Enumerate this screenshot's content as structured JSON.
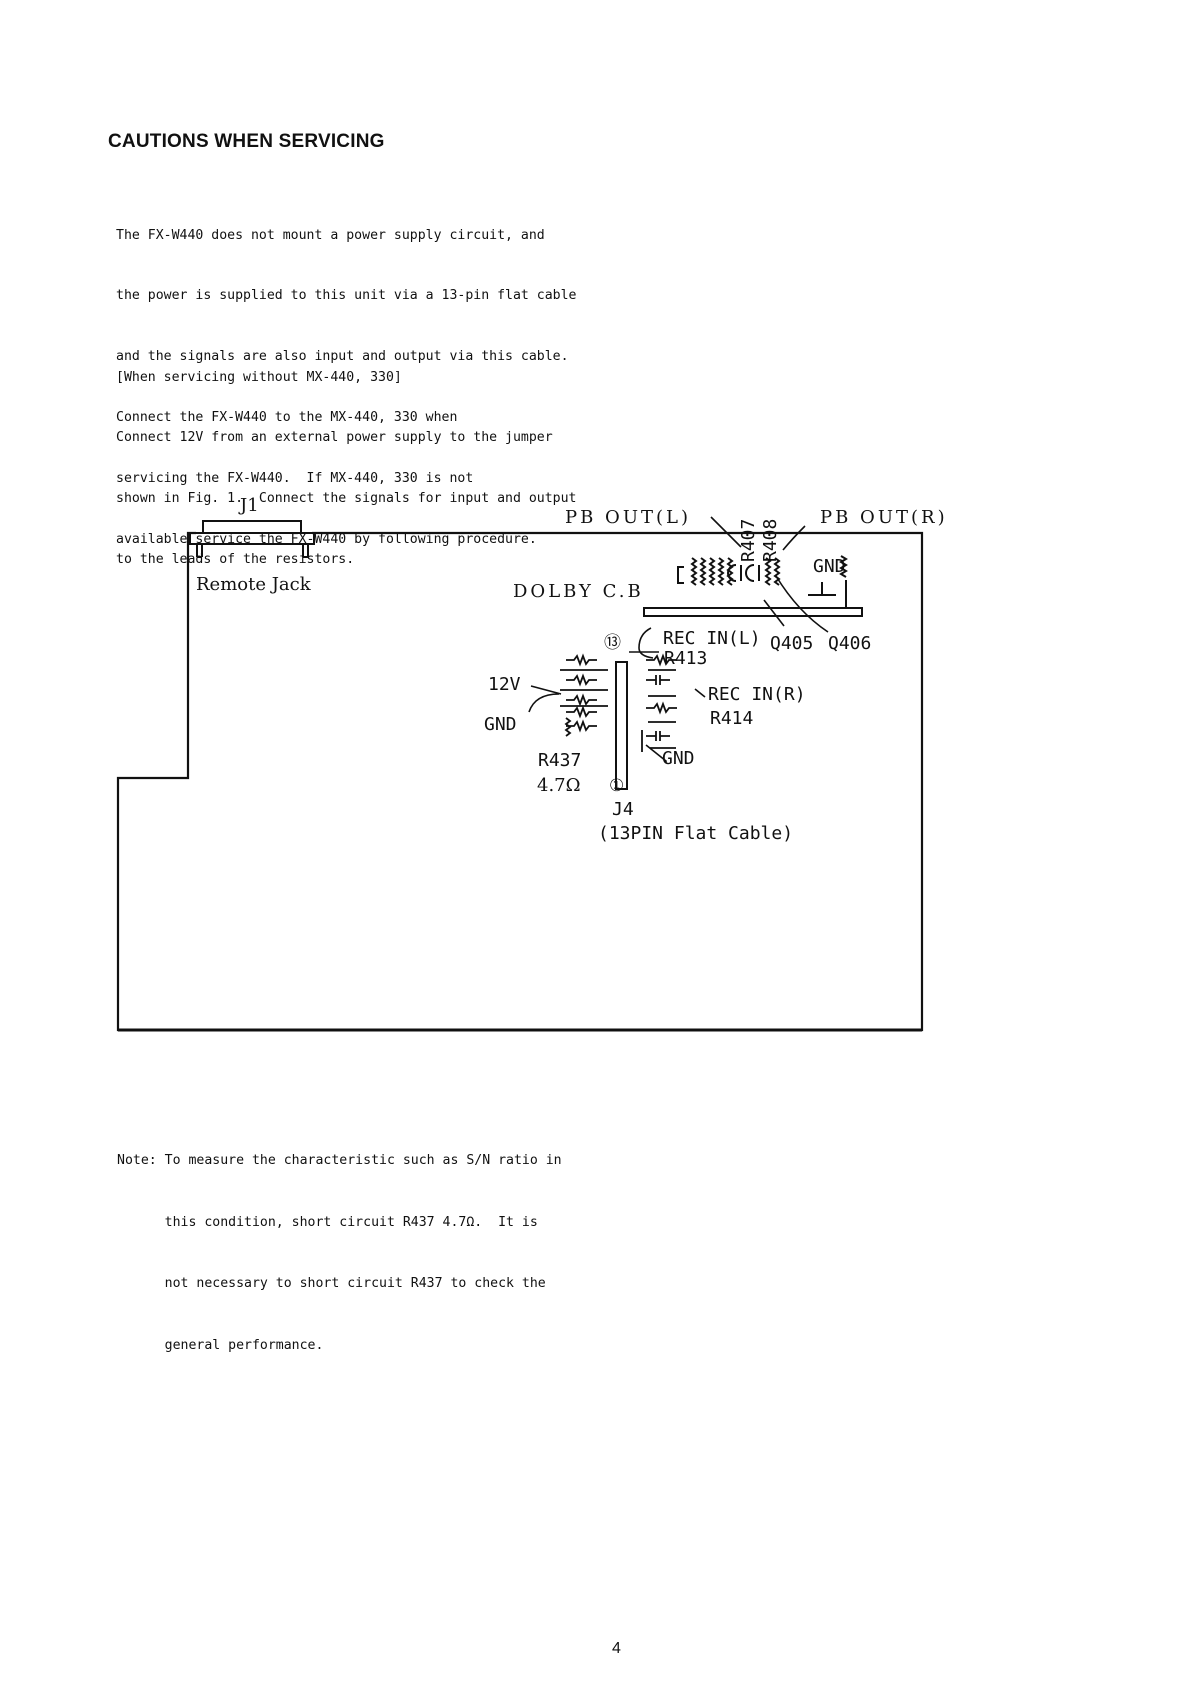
{
  "heading": "CAUTIONS WHEN SERVICING",
  "paragraph1": [
    "The FX-W440 does not mount a power supply circuit, and",
    "the power is supplied to this unit via a 13-pin flat cable",
    "and the signals are also input and output via this cable.",
    "Connect the FX-W440 to the MX-440, 330 when",
    "servicing the FX-W440.  If MX-440, 330 is not",
    "available service the FX-W440 by following procedure."
  ],
  "paragraph2": [
    "[When servicing without MX-440, 330]",
    "Connect 12V from an external power supply to the jumper",
    "shown in Fig. 1.  Connect the signals for input and output",
    "to the leads of the resistors."
  ],
  "diagram": {
    "j1": "J1",
    "remote_jack": "Remote Jack",
    "pb_out_l": "PB OUT(L)",
    "pb_out_r": "PB OUT(R)",
    "r407": "R407",
    "r408": "R408",
    "dolby_cb": "DOLBY C.B",
    "gnd_top": "GND",
    "rec_in_l": "REC IN(L)",
    "q405": "Q405",
    "q406": "Q406",
    "pin13": "⑬",
    "r413": "R413",
    "v12": "12V",
    "rec_in_r": "REC IN(R)",
    "gnd_left": "GND",
    "r414": "R414",
    "r437": "R437",
    "gnd_bottom": "GND",
    "r437_value": "4.7Ω",
    "pin1": "①",
    "j4": "J4",
    "j4_desc": "(13PIN Flat Cable)"
  },
  "note": [
    "Note: To measure the characteristic such as S/N ratio in",
    "      this condition, short circuit R437 4.7Ω.  It is",
    "      not necessary to short circuit R437 to check the",
    "      general performance."
  ],
  "page_number": "4"
}
